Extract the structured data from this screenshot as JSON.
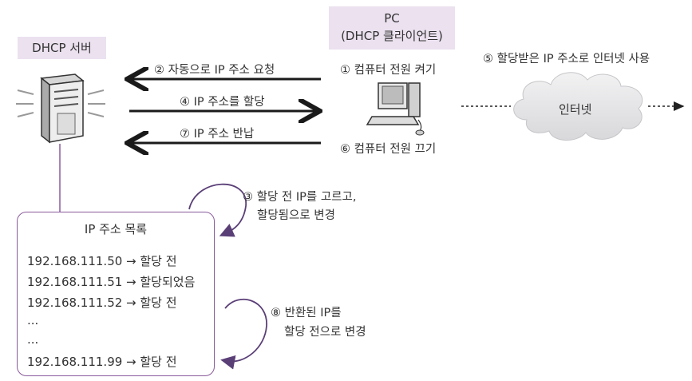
{
  "server": {
    "label": "DHCP 서버"
  },
  "pc": {
    "title": "PC",
    "subtitle": "(DHCP 클라이언트)"
  },
  "steps": {
    "s1": "① 컴퓨터 전원 켜기",
    "s2": "② 자동으로 IP 주소 요청",
    "s3_line1": "③ 할당 전 IP를 고르고,",
    "s3_line2": "할당됨으로 변경",
    "s4": "④ IP 주소를 할당",
    "s5": "⑤ 할당받은 IP 주소로 인터넷 사용",
    "s6": "⑥ 컴퓨터 전원 끄기",
    "s7": "⑦ IP 주소 반납",
    "s8_line1": "⑧ 반환된 IP를",
    "s8_line2": "할당 전으로 변경"
  },
  "internet": {
    "label": "인터넷"
  },
  "ip_list": {
    "title": "IP 주소 목록",
    "rows": [
      "192.168.111.50 → 할당 전",
      "192.168.111.51 → 할당되었음",
      "192.168.111.52 → 할당 전",
      "...",
      "...",
      "192.168.111.99 → 할당 전"
    ]
  },
  "colors": {
    "accent": "#8a5a9c",
    "label_bg": "#ebe1ef",
    "arrow": "#1a1a1a",
    "cloud": "#e4e4e6"
  }
}
